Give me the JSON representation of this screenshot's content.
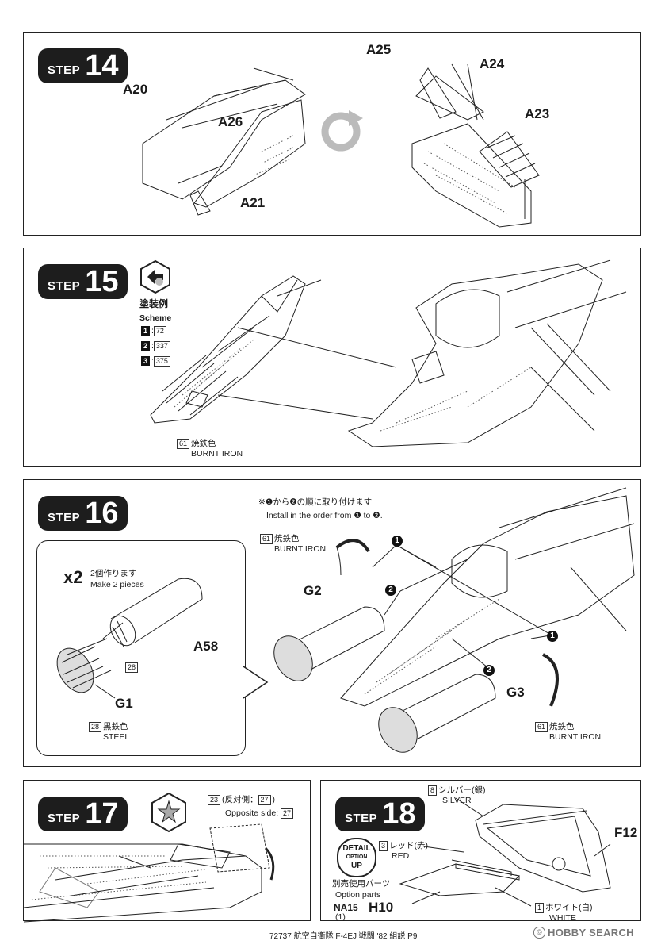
{
  "step_word": "STEP",
  "step14": {
    "number": "14",
    "parts": [
      "A20",
      "A26",
      "A21",
      "A25",
      "A24",
      "A23"
    ]
  },
  "step15": {
    "number": "15",
    "scheme_jp": "塗装例",
    "scheme_en": "Scheme",
    "schemes": [
      {
        "n": "1",
        "code": "72"
      },
      {
        "n": "2",
        "code": "337"
      },
      {
        "n": "3",
        "code": "375"
      }
    ],
    "paint_num": "61",
    "paint_jp": "焼鉄色",
    "paint_en": "BURNT IRON"
  },
  "step16": {
    "number": "16",
    "note_jp": "※❶から❷の順に取り付けます",
    "note_en": "Install in the order from ❶ to ❷.",
    "make_mult": "x2",
    "make_jp": "2個作ります",
    "make_en": "Make 2 pieces",
    "parts": [
      "A58",
      "G1",
      "G2",
      "G3"
    ],
    "paint_a_num": "61",
    "paint_a_jp": "焼鉄色",
    "paint_a_en": "BURNT IRON",
    "paint_b_num": "28",
    "paint_b_jp": "黒鉄色",
    "paint_b_en": "STEEL",
    "paint_c_num": "61",
    "paint_c_jp": "焼鉄色",
    "paint_c_en": "BURNT IRON",
    "callout_28": "28",
    "order_1": "1",
    "order_2": "2"
  },
  "step17": {
    "number": "17",
    "opp_num": "23",
    "opp_jp": "(反対側：",
    "opp_num2": "27",
    "opp_en": "Opposite side:",
    "opp_num3": "27"
  },
  "step18": {
    "number": "18",
    "detail_top": "DETAIL",
    "detail_mid": "OPTION",
    "detail_bot": "UP",
    "option_jp": "別売使用パーツ",
    "option_en": "Option parts",
    "option_code": "NA15",
    "option_qty": "(1)",
    "silver_num": "8",
    "silver_jp": "シルバー(銀)",
    "silver_en": "SILVER",
    "red_num": "3",
    "red_jp": "レッド(赤)",
    "red_en": "RED",
    "white_num": "1",
    "white_jp": "ホワイト(白)",
    "white_en": "WHITE",
    "parts": [
      "F12",
      "H10"
    ]
  },
  "footer": {
    "text": "72737 航空自衛隊 F-4EJ 戦闘 '82 組説 P9",
    "watermark": "HOBBY SEARCH"
  }
}
